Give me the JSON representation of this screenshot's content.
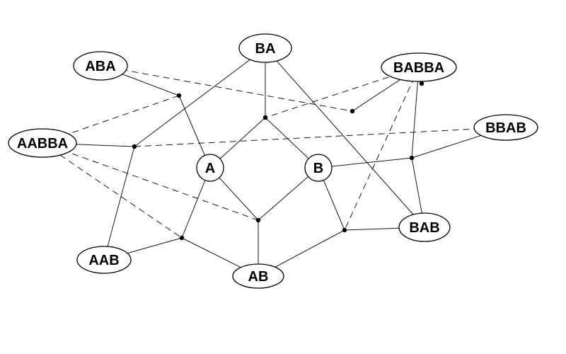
{
  "diagram": {
    "nodes": [
      {
        "id": "BA",
        "label": "BA",
        "shape": "ellipse"
      },
      {
        "id": "ABA",
        "label": "ABA",
        "shape": "ellipse"
      },
      {
        "id": "BABBA",
        "label": "BABBA",
        "shape": "ellipse"
      },
      {
        "id": "AABBA",
        "label": "AABBA",
        "shape": "ellipse"
      },
      {
        "id": "BBAB",
        "label": "BBAB",
        "shape": "ellipse"
      },
      {
        "id": "A",
        "label": "A",
        "shape": "circle"
      },
      {
        "id": "B",
        "label": "B",
        "shape": "circle"
      },
      {
        "id": "BAB",
        "label": "BAB",
        "shape": "ellipse"
      },
      {
        "id": "AAB",
        "label": "AAB",
        "shape": "ellipse"
      },
      {
        "id": "AB",
        "label": "AB",
        "shape": "ellipse"
      }
    ],
    "junctions": [
      "j1",
      "j2",
      "j3",
      "j4",
      "j5",
      "j6",
      "j7",
      "j8",
      "j9"
    ],
    "edges": [
      {
        "from": "ABA",
        "to": "j1",
        "style": "solid"
      },
      {
        "from": "BA",
        "to": "j2",
        "style": "solid"
      },
      {
        "from": "BA",
        "to": "j3",
        "style": "solid"
      },
      {
        "from": "BA",
        "to": "BAB",
        "style": "solid"
      },
      {
        "from": "BABBA",
        "to": "j4",
        "style": "solid"
      },
      {
        "from": "BABBA",
        "to": "j5",
        "style": "solid"
      },
      {
        "from": "AABBA",
        "to": "j3",
        "style": "solid"
      },
      {
        "from": "BBAB",
        "to": "j5",
        "style": "solid"
      },
      {
        "from": "j1",
        "to": "A",
        "style": "solid"
      },
      {
        "from": "j2",
        "to": "A",
        "style": "solid"
      },
      {
        "from": "j2",
        "to": "B",
        "style": "solid"
      },
      {
        "from": "j3",
        "to": "AAB",
        "style": "solid"
      },
      {
        "from": "A",
        "to": "j6",
        "style": "solid"
      },
      {
        "from": "B",
        "to": "j6",
        "style": "solid"
      },
      {
        "from": "j6",
        "to": "AB",
        "style": "solid"
      },
      {
        "from": "A",
        "to": "j7",
        "style": "solid"
      },
      {
        "from": "AAB",
        "to": "j7",
        "style": "solid"
      },
      {
        "from": "j7",
        "to": "AB",
        "style": "solid"
      },
      {
        "from": "B",
        "to": "j5",
        "style": "solid"
      },
      {
        "from": "j5",
        "to": "BAB",
        "style": "solid"
      },
      {
        "from": "B",
        "to": "j8",
        "style": "solid"
      },
      {
        "from": "j8",
        "to": "BAB",
        "style": "solid"
      },
      {
        "from": "AB",
        "to": "j8",
        "style": "solid"
      },
      {
        "from": "ABA",
        "to": "j4",
        "style": "dashed"
      },
      {
        "from": "AABBA",
        "to": "j1",
        "style": "dashed"
      },
      {
        "from": "AABBA",
        "to": "j6",
        "style": "dashed"
      },
      {
        "from": "AABBA",
        "to": "j7",
        "style": "dashed"
      },
      {
        "from": "j3",
        "to": "BBAB",
        "style": "dashed"
      },
      {
        "from": "BABBA",
        "to": "j2",
        "style": "dashed"
      },
      {
        "from": "BABBA",
        "to": "j8",
        "style": "dashed"
      },
      {
        "from": "BABBA",
        "to": "j9",
        "style": "dashed"
      }
    ]
  }
}
